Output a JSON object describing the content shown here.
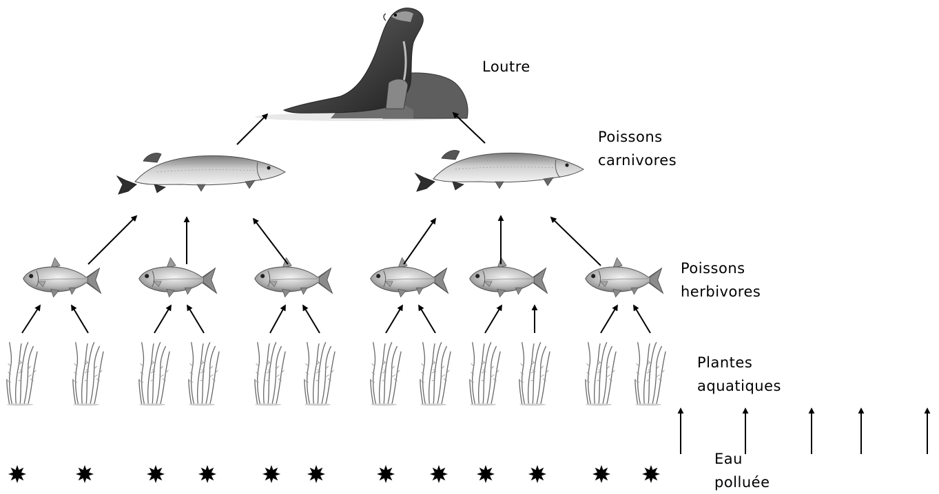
{
  "labels": {
    "otter": "Loutre",
    "carnivorous_fish_1": "Poissons",
    "carnivorous_fish_2": "carnivores",
    "herbivorous_fish_1": "Poissons",
    "herbivorous_fish_2": "herbivores",
    "aquatic_plants_1": "Plantes",
    "aquatic_plants_2": "aquatiques",
    "polluted_water_1": "Eau",
    "polluted_water_2": "polluée"
  },
  "counts": {
    "otters": 1,
    "carnivorous_fish": 2,
    "herbivorous_fish": 6,
    "plant_clumps": 12,
    "pollution_particles": 12,
    "upward_pollution_arrows": 5
  }
}
